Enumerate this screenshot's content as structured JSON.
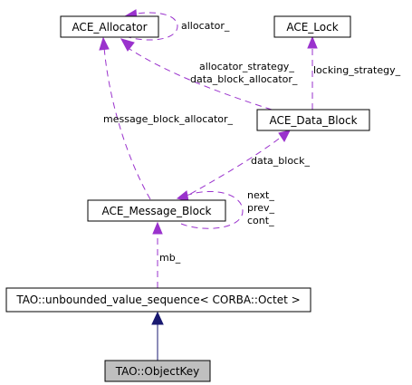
{
  "nodes": {
    "allocator": "ACE_Allocator",
    "lock": "ACE_Lock",
    "data_block": "ACE_Data_Block",
    "message_block": "ACE_Message_Block",
    "sequence": "TAO::unbounded_value_sequence< CORBA::Octet >",
    "object_key": "TAO::ObjectKey"
  },
  "edge_labels": {
    "allocator_self": "allocator_",
    "allocator_strategy": "allocator_strategy_",
    "data_block_allocator": "data_block_allocator_",
    "locking_strategy": "locking_strategy_",
    "message_block_allocator": "message_block_allocator_",
    "data_block": "data_block_",
    "next": "next_",
    "prev": "prev_",
    "cont": "cont_",
    "mb": "mb_"
  },
  "colors": {
    "usage_edge": "#9a32cd",
    "inheritance_edge": "#191970",
    "current_node_fill": "#bfbfbf"
  }
}
